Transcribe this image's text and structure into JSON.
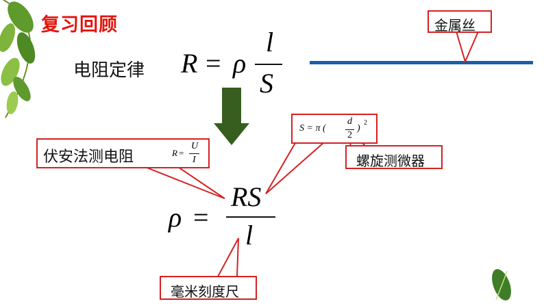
{
  "title": "复习回顾",
  "law": {
    "label": "电阻定律",
    "formula": {
      "lhs": "R",
      "eq": "=",
      "rho": "ρ",
      "num": "l",
      "den": "S"
    }
  },
  "wire_callout": {
    "label": "金属丝"
  },
  "method_callout": {
    "label": "伏安法测电阻",
    "formula": {
      "lhs": "R",
      "eq": "=",
      "num": "U",
      "den": "I"
    }
  },
  "area_formula": {
    "text": "S = π (",
    "num": "d",
    "den": "2",
    "close": ")",
    "exp": "2"
  },
  "micrometer_callout": {
    "label": "螺旋测微器"
  },
  "result_formula": {
    "rho": "ρ",
    "eq": "=",
    "num": "RS",
    "den": "l"
  },
  "ruler_callout": {
    "label": "毫米刻度尺"
  },
  "colors": {
    "title": "#e3140c",
    "callout_border": "#d52020",
    "wire": "#1a5ea8",
    "arrow": "#375e1f"
  }
}
